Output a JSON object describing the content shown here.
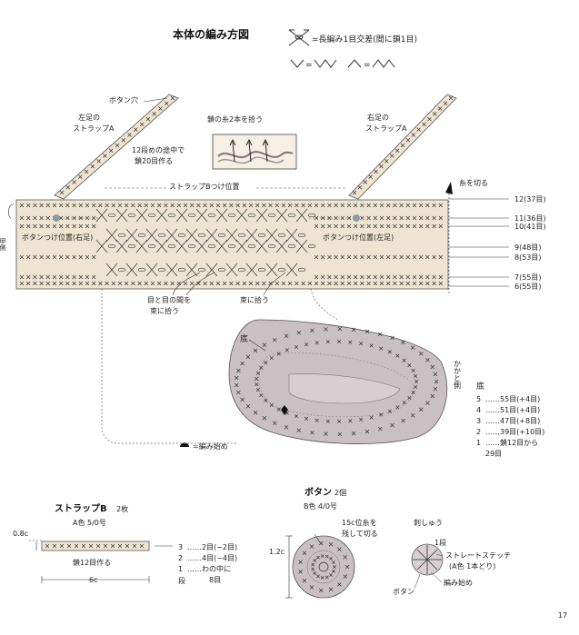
{
  "header": {
    "title": "本体の編み方図",
    "legend_tr": "=長編み1目交差(間に鎖1目)",
    "legend_eq1": "=",
    "legend_eq2": "="
  },
  "labels": {
    "button_hole": "ボタン穴",
    "left_strap_1": "左足の",
    "left_strap_2": "ストラップA",
    "pick_two": "鎖の糸2本を拾う",
    "chain20_1": "12段めの途中で",
    "chain20_2": "鎖20目作る",
    "right_strap_1": "右足の",
    "right_strap_2": "ストラップA",
    "strap_b_pos": "ストラップBつけ位置",
    "cut_yarn": "糸を切る",
    "button_pos_right": "ボタンつけ位置(右足)",
    "button_pos_left": "ボタンつけ位置(左足)",
    "instep": "甲側",
    "between_1": "目と目の間を",
    "between_2": "束に拾う",
    "bundle": "束に拾う",
    "sole": "底",
    "heel": "かかと側",
    "start_mark": "=編み始め",
    "page_no": "17"
  },
  "rows": [
    {
      "label": "12(37目)"
    },
    {
      "label": "11(36目)"
    },
    {
      "label": "10(41目)"
    },
    {
      "label": "9(48目)"
    },
    {
      "label": "8(53目)"
    },
    {
      "label": "7(55目)"
    },
    {
      "label": "6(55目)"
    }
  ],
  "sole_table": {
    "title": "底",
    "rows": [
      {
        "n": "5",
        "v": "……55目(+4目)"
      },
      {
        "n": "4",
        "v": "……51目(+4目)"
      },
      {
        "n": "3",
        "v": "……47目(+8目)"
      },
      {
        "n": "2",
        "v": "……39目(+10目)"
      },
      {
        "n": "1",
        "v": "……鎖12目から"
      },
      {
        "n": "",
        "v": "29目"
      }
    ]
  },
  "strap_b": {
    "title": "ストラップB",
    "count": "2枚",
    "yarn": "A色 5/0号",
    "height": "0.8c",
    "chain": "鎖12目作る",
    "width": "6c",
    "rows": [
      {
        "n": "3",
        "v": "……2目(−2目)"
      },
      {
        "n": "2",
        "v": "……4目(−4目)"
      },
      {
        "n": "1",
        "v": "……わの中に"
      },
      {
        "n": "",
        "v": "8目"
      }
    ],
    "dan": "段"
  },
  "button": {
    "title": "ボタン",
    "count": "2個",
    "yarn": "B色 4/0号",
    "note_1": "15c位糸を",
    "note_2": "残して切る",
    "size": "1.2c"
  },
  "embroidery": {
    "title": "刺しゅう",
    "dan1": "1段",
    "stitch_1": "ストレートステッチ",
    "stitch_2": "(A色 1本どり)",
    "start": "編み始め",
    "button": "ボタン"
  }
}
